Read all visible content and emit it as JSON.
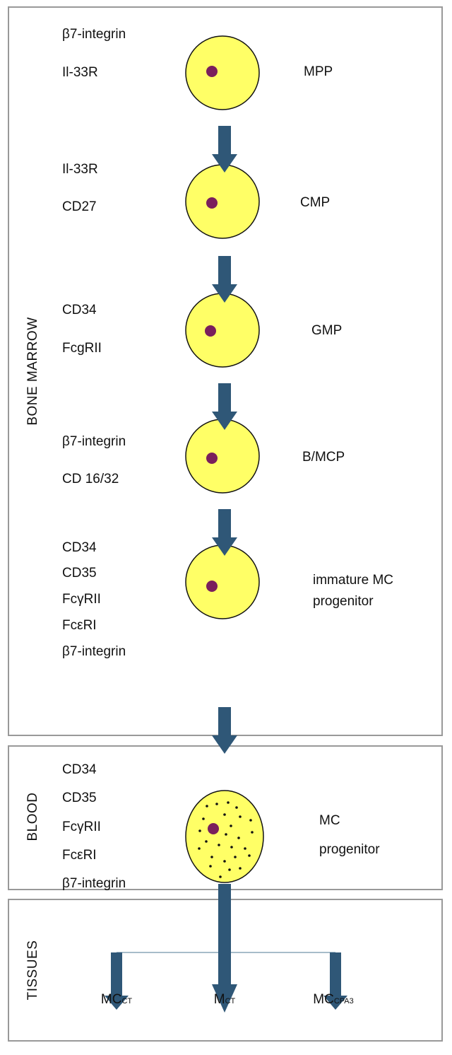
{
  "colors": {
    "cell_fill": "#ffff66",
    "nucleus": "#7a1f5c",
    "arrow": "#2f5777",
    "border": "#999999"
  },
  "sections": {
    "bone_marrow": "BONE MARROW",
    "blood": "BLOOD",
    "tissues": "TISSUES"
  },
  "stages": [
    {
      "name": "MPP",
      "markers": [
        "β7-integrin",
        "Il-33R"
      ]
    },
    {
      "name": "CMP",
      "markers": [
        "Il-33R",
        "CD27"
      ]
    },
    {
      "name": "GMP",
      "markers": [
        "CD34",
        "FcgRII"
      ]
    },
    {
      "name": "B/MCP",
      "markers": [
        "β7-integrin",
        "CD 16/32"
      ]
    },
    {
      "name_lines": [
        "immature MC",
        "progenitor"
      ],
      "markers": [
        "CD34",
        "CD35",
        "FcγRII",
        "FcεRI",
        "β7-integrin"
      ]
    },
    {
      "name_lines": [
        "MC",
        "progenitor"
      ],
      "markers": [
        "CD34",
        "CD35",
        "FcγRII",
        "FcεRI",
        "β7-integrin"
      ]
    }
  ],
  "outcomes": [
    {
      "main": "MC",
      "sub": "CT"
    },
    {
      "main": "M",
      "sub": "CT"
    },
    {
      "main": "MC",
      "sub": "CPA3"
    }
  ]
}
